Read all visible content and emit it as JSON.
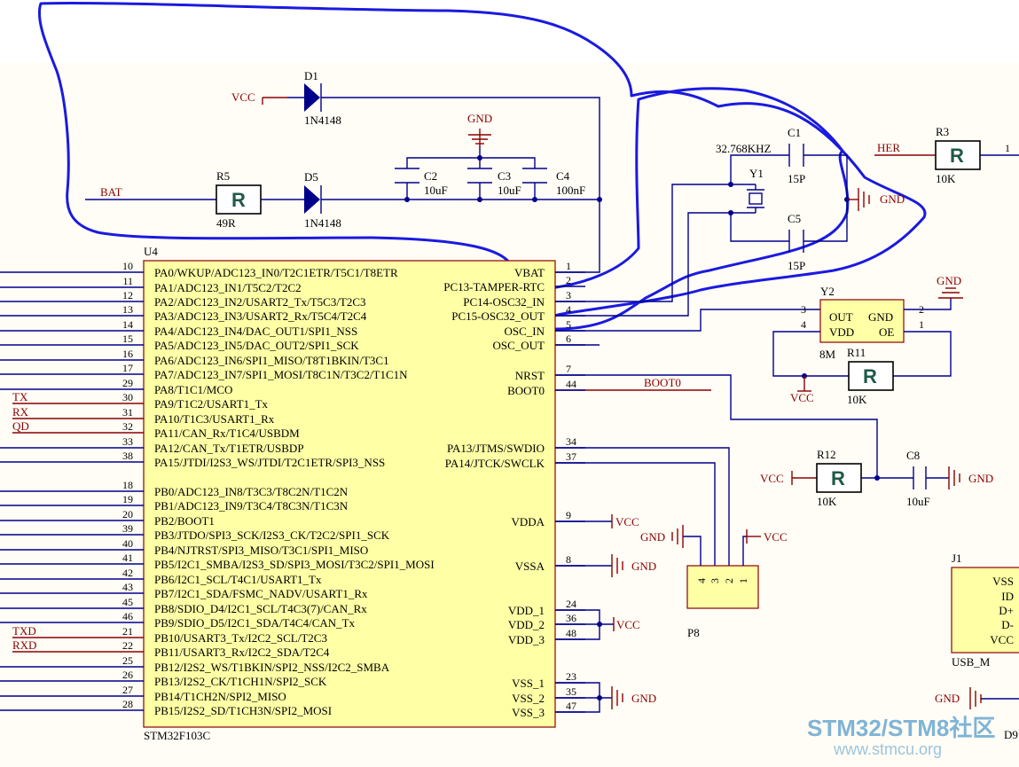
{
  "u4": {
    "designator": "U4",
    "part": "STM32F103C",
    "left_pins": [
      {
        "num": "10",
        "name": "PA0/WKUP/ADC123_IN0/T2C1ETR/T5C1/T8ETR",
        "net": ""
      },
      {
        "num": "11",
        "name": "PA1/ADC123_IN1/T5C2/T2C2",
        "net": ""
      },
      {
        "num": "12",
        "name": "PA2/ADC123_IN2/USART2_Tx/T5C3/T2C3",
        "net": ""
      },
      {
        "num": "13",
        "name": "PA3/ADC123_IN3/USART2_Rx/T5C4/T2C4",
        "net": ""
      },
      {
        "num": "14",
        "name": "PA4/ADC123_IN4/DAC_OUT1/SPI1_NSS",
        "net": ""
      },
      {
        "num": "15",
        "name": "PA5/ADC123_IN5/DAC_OUT2/SPI1_SCK",
        "net": ""
      },
      {
        "num": "16",
        "name": "PA6/ADC123_IN6/SPI1_MISO/T8T1BKIN/T3C1",
        "net": ""
      },
      {
        "num": "17",
        "name": "PA7/ADC123_IN7/SPI1_MOSI/T8C1N/T3C2/T1C1N",
        "net": ""
      },
      {
        "num": "29",
        "name": "PA8/T1C1/MCO",
        "net": ""
      },
      {
        "num": "30",
        "name": "PA9/T1C2/USART1_Tx",
        "net": "TX"
      },
      {
        "num": "31",
        "name": "PA10/T1C3/USART1_Rx",
        "net": "RX"
      },
      {
        "num": "32",
        "name": "PA11/CAN_Rx/T1C4/USBDM",
        "net": "QD"
      },
      {
        "num": "33",
        "name": "PA12/CAN_Tx/T1ETR/USBDP",
        "net": ""
      },
      {
        "num": "38",
        "name": "PA15/JTDI/I2S3_WS/JTDI/T2C1ETR/SPI3_NSS",
        "net": ""
      },
      {
        "num": "18",
        "name": "PB0/ADC123_IN8/T3C3/T8C2N/T1C2N",
        "net": ""
      },
      {
        "num": "19",
        "name": "PB1/ADC123_IN9/T3C4/T8C3N/T1C3N",
        "net": ""
      },
      {
        "num": "20",
        "name": "PB2/BOOT1",
        "net": ""
      },
      {
        "num": "39",
        "name": "PB3/JTDO/SPI3_SCK/I2S3_CK/T2C2/SPI1_SCK",
        "net": ""
      },
      {
        "num": "40",
        "name": "PB4/NJTRST/SPI3_MISO/T3C1/SPI1_MISO",
        "net": ""
      },
      {
        "num": "41",
        "name": "PB5/I2C1_SMBA/I2S3_SD/SPI3_MOSI/T3C2/SPI1_MOSI",
        "net": ""
      },
      {
        "num": "42",
        "name": "PB6/I2C1_SCL/T4C1/USART1_Tx",
        "net": ""
      },
      {
        "num": "43",
        "name": "PB7/I2C1_SDA/FSMC_NADV/USART1_Rx",
        "net": ""
      },
      {
        "num": "45",
        "name": "PB8/SDIO_D4/I2C1_SCL/T4C3(7)/CAN_Rx",
        "net": ""
      },
      {
        "num": "46",
        "name": "PB9/SDIO_D5/I2C1_SDA/T4C4/CAN_Tx",
        "net": ""
      },
      {
        "num": "21",
        "name": "PB10/USART3_Tx/I2C2_SCL/T2C3",
        "net": "TXD"
      },
      {
        "num": "22",
        "name": "PB11/USART3_Rx/I2C2_SDA/T2C4",
        "net": "RXD"
      },
      {
        "num": "25",
        "name": "PB12/I2S2_WS/T1BKIN/SPI2_NSS/I2C2_SMBA",
        "net": ""
      },
      {
        "num": "26",
        "name": "PB13/I2S2_CK/T1CH1N/SPI2_SCK",
        "net": ""
      },
      {
        "num": "27",
        "name": "PB14/T1CH2N/SPI2_MISO",
        "net": ""
      },
      {
        "num": "28",
        "name": "PB15/I2S2_SD/T1CH3N/SPI2_MOSI",
        "net": ""
      }
    ],
    "right_pins": [
      {
        "num": "1",
        "name": "VBAT"
      },
      {
        "num": "2",
        "name": "PC13-TAMPER-RTC"
      },
      {
        "num": "3",
        "name": "PC14-OSC32_IN"
      },
      {
        "num": "4",
        "name": "PC15-OSC32_OUT"
      },
      {
        "num": "5",
        "name": "OSC_IN"
      },
      {
        "num": "6",
        "name": "OSC_OUT"
      },
      {
        "num": "7",
        "name": "NRST"
      },
      {
        "num": "44",
        "name": "BOOT0"
      },
      {
        "num": "34",
        "name": "PA13/JTMS/SWDIO"
      },
      {
        "num": "37",
        "name": "PA14/JTCK/SWCLK"
      },
      {
        "num": "9",
        "name": "VDDA"
      },
      {
        "num": "8",
        "name": "VSSA"
      },
      {
        "num": "24",
        "name": "VDD_1"
      },
      {
        "num": "36",
        "name": "VDD_2"
      },
      {
        "num": "48",
        "name": "VDD_3"
      },
      {
        "num": "23",
        "name": "VSS_1"
      },
      {
        "num": "35",
        "name": "VSS_2"
      },
      {
        "num": "47",
        "name": "VSS_3"
      }
    ]
  },
  "nets": {
    "vcc": "VCC",
    "gnd": "GND",
    "bat": "BAT",
    "her": "HER",
    "boot0": "BOOT0"
  },
  "parts": {
    "d1": {
      "ref": "D1",
      "value": "1N4148"
    },
    "d5": {
      "ref": "D5",
      "value": "1N4148"
    },
    "r5": {
      "ref": "R5",
      "value": "49R",
      "glyph": "R"
    },
    "c2": {
      "ref": "C2",
      "value": "10uF"
    },
    "c3": {
      "ref": "C3",
      "value": "10uF"
    },
    "c4": {
      "ref": "C4",
      "value": "100nF"
    },
    "c1": {
      "ref": "C1",
      "value": "15P"
    },
    "c5": {
      "ref": "C5",
      "value": "15P"
    },
    "y1": {
      "ref": "Y1",
      "value": "32.768KHZ"
    },
    "r3": {
      "ref": "R3",
      "value": "10K",
      "glyph": "R",
      "pin": "1"
    },
    "y2": {
      "ref": "Y2",
      "value": "8M",
      "pins": {
        "out": "OUT",
        "gnd": "GND",
        "vdd": "VDD",
        "oe": "OE",
        "n3": "3",
        "n2": "2",
        "n4": "4",
        "n1": "1"
      }
    },
    "r11": {
      "ref": "R11",
      "value": "10K",
      "glyph": "R"
    },
    "r12": {
      "ref": "R12",
      "value": "10K",
      "glyph": "R"
    },
    "c8": {
      "ref": "C8",
      "value": "10uF"
    },
    "p8": {
      "ref": "P8",
      "pins": [
        "4",
        "3",
        "2",
        "1"
      ]
    },
    "j1": {
      "ref": "J1",
      "value": "USB_M",
      "pins": [
        "VSS",
        "ID",
        "D+",
        "D-",
        "VCC"
      ]
    },
    "d9": {
      "ref": "D9"
    }
  },
  "watermark": {
    "brand_a": "STM32/",
    "brand_b": "STM8",
    "brand_c": "社区",
    "url": "www.stmcu.org"
  },
  "colors": {
    "wire": "#00008b",
    "power": "#8b0000",
    "chip_fill": "#ffffa6",
    "annotation": "#1a1ae0"
  }
}
